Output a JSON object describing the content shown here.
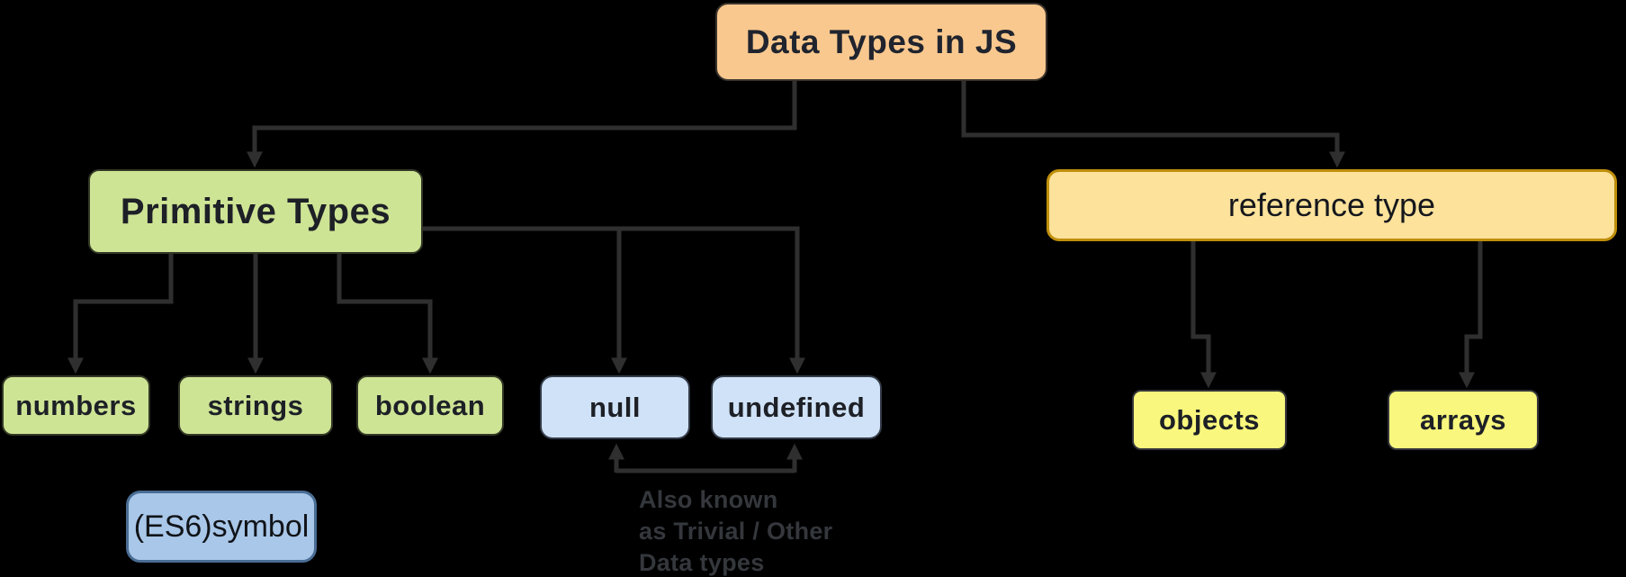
{
  "diagram": {
    "title": "Data Types in JS",
    "background_color": "#000000",
    "line_color": "#2f2f2f",
    "nodes": {
      "root": {
        "label": "Data Types in JS",
        "fill": "#f9c88e"
      },
      "primitive": {
        "label": "Primitive Types",
        "fill": "#cee495"
      },
      "reference": {
        "label": "reference type",
        "fill": "#fce29b",
        "border": "#bf8f0b"
      },
      "numbers": {
        "label": "numbers",
        "fill": "#cee495"
      },
      "strings": {
        "label": "strings",
        "fill": "#cee495"
      },
      "boolean": {
        "label": "boolean",
        "fill": "#cee495"
      },
      "null": {
        "label": "null",
        "fill": "#cfe2f7"
      },
      "undefined": {
        "label": "undefined",
        "fill": "#cfe2f7"
      },
      "symbol": {
        "label": "(ES6)symbol",
        "fill": "#a9c7e8",
        "border": "#4a6d94"
      },
      "objects": {
        "label": "objects",
        "fill": "#f9f77d"
      },
      "arrays": {
        "label": "arrays",
        "fill": "#f9f77d"
      }
    },
    "edges": [
      {
        "from": "root",
        "to": "primitive"
      },
      {
        "from": "root",
        "to": "reference"
      },
      {
        "from": "primitive",
        "to": "numbers"
      },
      {
        "from": "primitive",
        "to": "strings"
      },
      {
        "from": "primitive",
        "to": "boolean"
      },
      {
        "from": "primitive",
        "to": "null"
      },
      {
        "from": "primitive",
        "to": "undefined"
      },
      {
        "from": "reference",
        "to": "objects"
      },
      {
        "from": "reference",
        "to": "arrays"
      }
    ],
    "annotation": {
      "targets": [
        "null",
        "undefined"
      ],
      "lines": [
        "Also known",
        "as Trivial / Other",
        "Data types"
      ]
    }
  }
}
